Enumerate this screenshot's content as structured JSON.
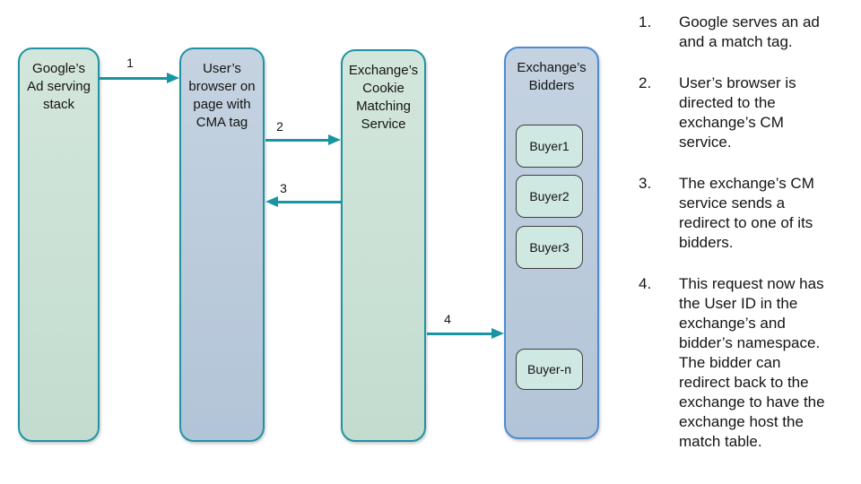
{
  "diagram": {
    "nodes": [
      {
        "id": "google-ad-stack",
        "label": "Google’s\nAd serving\nstack"
      },
      {
        "id": "user-browser",
        "label": "User’s\nbrowser on\npage with\nCMA tag"
      },
      {
        "id": "exchange-cm-service",
        "label": "Exchange’s\nCookie\nMatching\nService"
      },
      {
        "id": "exchange-bidders",
        "label": "Exchange’s\nBidders"
      }
    ],
    "buyers": [
      {
        "label": "Buyer1"
      },
      {
        "label": "Buyer2"
      },
      {
        "label": "Buyer3"
      },
      {
        "label": "Buyer-n"
      }
    ],
    "arrows": [
      {
        "label": "1"
      },
      {
        "label": "2"
      },
      {
        "label": "3"
      },
      {
        "label": "4"
      }
    ],
    "colors": {
      "teal_border": "#1f93a3",
      "green_fill": "#c9e0d4",
      "blue_fill": "#bccede",
      "blue_border": "#4e8bd0",
      "buyer_fill": "#cfe8e1",
      "arrow": "#1895a4"
    }
  },
  "steps": [
    {
      "num": "1.",
      "text": "Google serves an ad\nand a match tag."
    },
    {
      "num": "2.",
      "text": "User’s browser is\ndirected to the\nexchange’s CM\nservice."
    },
    {
      "num": "3.",
      "text": "The exchange’s CM\nservice sends a\nredirect to one of its\nbidders."
    },
    {
      "num": "4.",
      "text": "This request now has\nthe User ID in the\nexchange’s and\nbidder’s namespace.\nThe bidder can\nredirect back to the\nexchange to have the\nexchange host the\nmatch table."
    }
  ]
}
